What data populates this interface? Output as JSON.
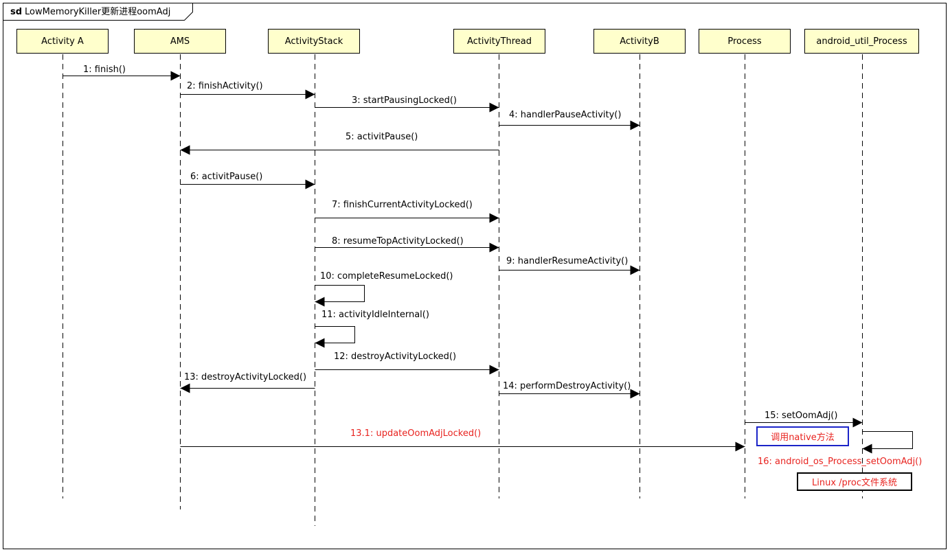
{
  "frame": {
    "keyword": "sd",
    "title": "LowMemoryKiller更新进程oomAdj"
  },
  "participants": [
    {
      "id": "activity-a",
      "label": "Activity A"
    },
    {
      "id": "ams",
      "label": "AMS"
    },
    {
      "id": "activity-stack",
      "label": "ActivityStack"
    },
    {
      "id": "activity-thread",
      "label": "ActivityThread"
    },
    {
      "id": "activity-b",
      "label": "ActivityB"
    },
    {
      "id": "process",
      "label": "Process"
    },
    {
      "id": "android-util-process",
      "label": "android_util_Process"
    }
  ],
  "messages": [
    {
      "id": "m1",
      "label": "1: finish()",
      "from": "activity-a",
      "to": "ams",
      "color": "#000000"
    },
    {
      "id": "m2",
      "label": "2: finishActivity()",
      "from": "ams",
      "to": "activity-stack",
      "color": "#000000"
    },
    {
      "id": "m3",
      "label": "3: startPausingLocked()",
      "from": "activity-stack",
      "to": "activity-thread",
      "color": "#000000"
    },
    {
      "id": "m4",
      "label": "4: handlerPauseActivity()",
      "from": "activity-thread",
      "to": "activity-b",
      "color": "#000000"
    },
    {
      "id": "m5",
      "label": "5: activitPause()",
      "from": "activity-thread",
      "to": "ams",
      "color": "#000000"
    },
    {
      "id": "m6",
      "label": "6: activitPause()",
      "from": "ams",
      "to": "activity-stack",
      "color": "#000000"
    },
    {
      "id": "m7",
      "label": "7: finishCurrentActivityLocked()",
      "from": "activity-stack",
      "to": "activity-thread",
      "color": "#000000"
    },
    {
      "id": "m8",
      "label": "8: resumeTopActivityLocked()",
      "from": "activity-stack",
      "to": "activity-thread",
      "color": "#000000"
    },
    {
      "id": "m9",
      "label": "9: handlerResumeActivity()",
      "from": "activity-thread",
      "to": "activity-b",
      "color": "#000000"
    },
    {
      "id": "m10",
      "label": "10: completeResumeLocked()",
      "from": "activity-stack",
      "to": "activity-stack",
      "color": "#000000"
    },
    {
      "id": "m11",
      "label": "11: activityIdleInternal()",
      "from": "activity-stack",
      "to": "activity-stack",
      "color": "#000000"
    },
    {
      "id": "m12",
      "label": "12: destroyActivityLocked()",
      "from": "activity-stack",
      "to": "activity-thread",
      "color": "#000000"
    },
    {
      "id": "m13",
      "label": "13: destroyActivityLocked()",
      "from": "activity-stack",
      "to": "ams",
      "color": "#000000"
    },
    {
      "id": "m14",
      "label": "14: performDestroyActivity()",
      "from": "activity-thread",
      "to": "activity-b",
      "color": "#000000"
    },
    {
      "id": "m15",
      "label": "15: setOomAdj()",
      "from": "process",
      "to": "android-util-process",
      "color": "#000000"
    },
    {
      "id": "m13-1",
      "label": "13.1: updateOomAdjLocked()",
      "from": "ams",
      "to": "process",
      "color": "#e8231f"
    },
    {
      "id": "m16",
      "label": "16: android_os_Process_setOomAdj()",
      "from": "android-util-process",
      "to": "android-util-process",
      "color": "#e8231f"
    }
  ],
  "notes": [
    {
      "id": "note-native",
      "label": "调用native方法",
      "border_color": "#1a23c8"
    },
    {
      "id": "note-linux",
      "label": "Linux /proc文件系统",
      "border_color": "#000000"
    }
  ]
}
